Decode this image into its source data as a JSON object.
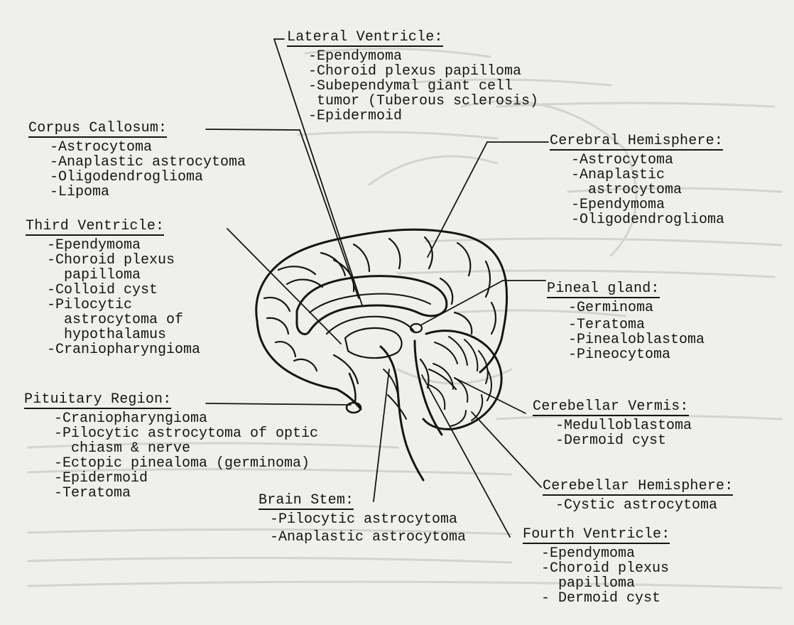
{
  "background_color": "#efefec",
  "ink_color": "#151515",
  "labels": [
    {
      "id": "lateral-ventricle",
      "title": "Lateral Ventricle:",
      "items": [
        "-Ependymoma",
        "-Choroid plexus papilloma",
        "-Subependymal giant cell",
        " tumor (Tuberous sclerosis)",
        "-Epidermoid"
      ]
    },
    {
      "id": "corpus-callosum",
      "title": "Corpus Callosum:",
      "items": [
        "-Astrocytoma",
        "-Anaplastic astrocytoma",
        "-Oligodendroglioma",
        "-Lipoma"
      ]
    },
    {
      "id": "cerebral-hemisphere",
      "title": "Cerebral Hemisphere:",
      "items": [
        "-Astrocytoma",
        "-Anaplastic",
        "  astrocytoma",
        "-Ependymoma",
        "-Oligodendroglioma"
      ]
    },
    {
      "id": "third-ventricle",
      "title": "Third Ventricle:",
      "items": [
        "-Ependymoma",
        "-Choroid plexus",
        "  papilloma",
        "-Colloid cyst",
        "-Pilocytic",
        "  astrocytoma of",
        "  hypothalamus",
        "-Craniopharyngioma"
      ]
    },
    {
      "id": "pineal-gland",
      "title": "Pineal gland:",
      "items": [
        "-Germinoma",
        "-Teratoma",
        "-Pinealoblastoma",
        "-Pineocytoma"
      ]
    },
    {
      "id": "pituitary-region",
      "title": "Pituitary Region:",
      "items": [
        "-Craniopharyngioma",
        "-Pilocytic astrocytoma of optic",
        "  chiasm & nerve",
        "-Ectopic pinealoma (germinoma)",
        "-Epidermoid",
        "-Teratoma"
      ]
    },
    {
      "id": "cerebellar-vermis",
      "title": "Cerebellar Vermis:",
      "items": [
        "-Medulloblastoma",
        "-Dermoid cyst"
      ]
    },
    {
      "id": "cerebellar-hemisphere",
      "title": "Cerebellar Hemisphere:",
      "items": [
        "-Cystic astrocytoma"
      ]
    },
    {
      "id": "brain-stem",
      "title": "Brain Stem:",
      "items": [
        "-Pilocytic astrocytoma",
        "-Anaplastic astrocytoma"
      ]
    },
    {
      "id": "fourth-ventricle",
      "title": "Fourth Ventricle:",
      "items": [
        "-Ependymoma",
        "-Choroid plexus",
        "  papilloma",
        "- Dermoid cyst"
      ]
    }
  ]
}
